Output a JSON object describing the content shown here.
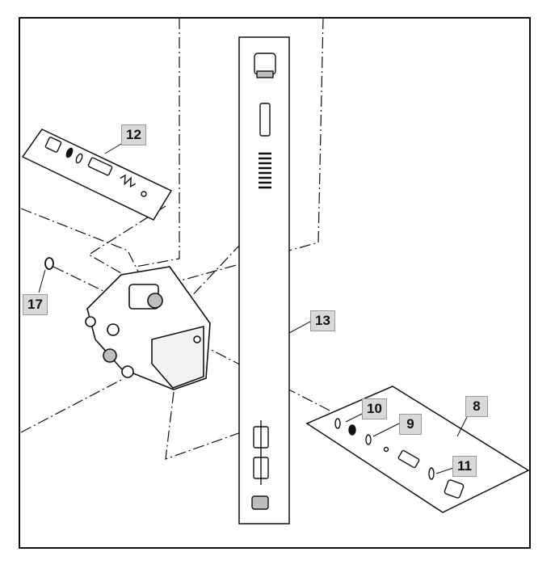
{
  "callouts": {
    "c12": "12",
    "c17": "17",
    "c13": "13",
    "c10": "10",
    "c9": "9",
    "c8": "8",
    "c11": "11"
  },
  "colors": {
    "line": "#111111",
    "label_fill": "#d9d9d9",
    "label_border": "#9a9a9a",
    "part_fill": "#ffffff",
    "shade": "#bdbdbd"
  }
}
